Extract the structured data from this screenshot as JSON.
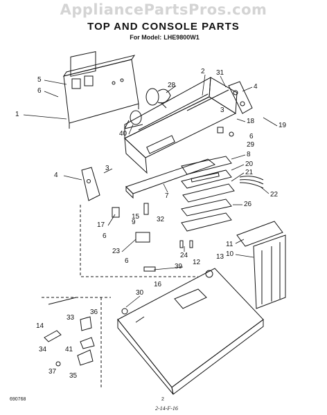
{
  "watermark": "AppliancePartsPros.com",
  "title": "TOP AND CONSOLE PARTS",
  "model_label": "For Model:",
  "model_value": "LHE9800W1",
  "footer": {
    "code": "690768",
    "page": "2",
    "signature": "2-14-F-16"
  },
  "callouts": [
    "1",
    "2",
    "3",
    "4",
    "5",
    "6",
    "7",
    "8",
    "9",
    "10",
    "11",
    "12",
    "13",
    "14",
    "15",
    "16",
    "17",
    "18",
    "19",
    "20",
    "21",
    "22",
    "23",
    "24",
    "26",
    "28",
    "29",
    "30",
    "31",
    "32",
    "33",
    "34",
    "35",
    "36",
    "37",
    "39",
    "40",
    "41"
  ],
  "colors": {
    "ink": "#111111",
    "watermark": "#d4d4d4"
  }
}
